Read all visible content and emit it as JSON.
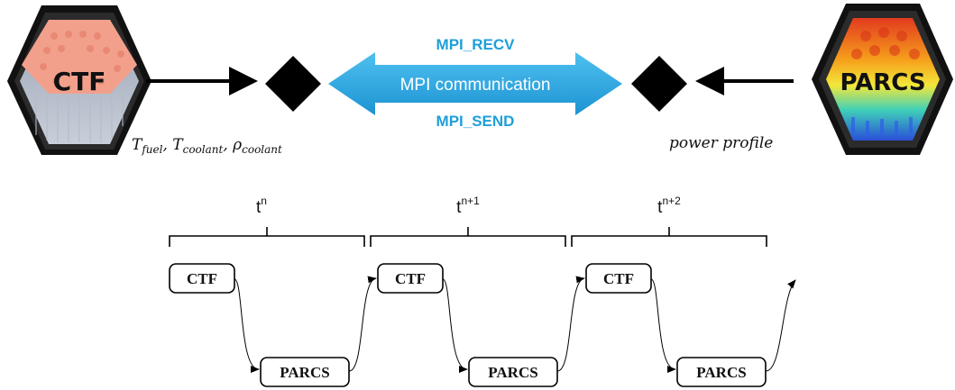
{
  "top": {
    "ctf_label": "CTF",
    "parcs_label": "PARCS",
    "mpi_recv": "MPI_RECV",
    "mpi_comm": "MPI communication",
    "mpi_send": "MPI_SEND",
    "ctf_output": {
      "parts": [
        {
          "base": "T",
          "sub": "fuel"
        },
        {
          "base": "T",
          "sub": "coolant"
        },
        {
          "base": "ρ",
          "sub": "coolant"
        }
      ]
    },
    "parcs_output": "power profile"
  },
  "timeline": {
    "steps": [
      {
        "t": "t",
        "sup": "n",
        "box1": "CTF",
        "box2": "PARCS"
      },
      {
        "t": "t",
        "sup": "n+1",
        "box1": "CTF",
        "box2": "PARCS"
      },
      {
        "t": "t",
        "sup": "n+2",
        "box1": "CTF",
        "box2": "PARCS"
      }
    ]
  },
  "colors": {
    "mpi_blue": "#29a9e0",
    "mpi_text": "#1f9fd8",
    "black": "#000000",
    "ctf_top": "#f4a48c",
    "ctf_side": "#8a96a8"
  }
}
